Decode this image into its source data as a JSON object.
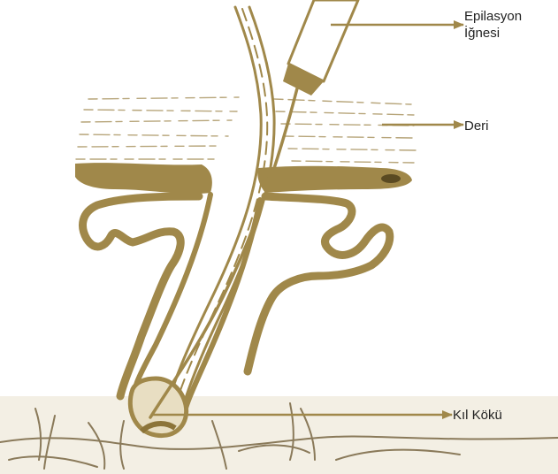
{
  "colors": {
    "tissue": "#A0884A",
    "tissue_dark": "#8C7438",
    "arrow": "#A0884A",
    "skin_lines": "#B7A57A",
    "nerves": "#8A7A5A",
    "background": "#ffffff",
    "bottom_band": "#EEE9DC"
  },
  "labels": {
    "needle_line1": "Epilasyon",
    "needle_line2": "İğnesi",
    "skin": "Deri",
    "root": "Kıl Kökü"
  }
}
